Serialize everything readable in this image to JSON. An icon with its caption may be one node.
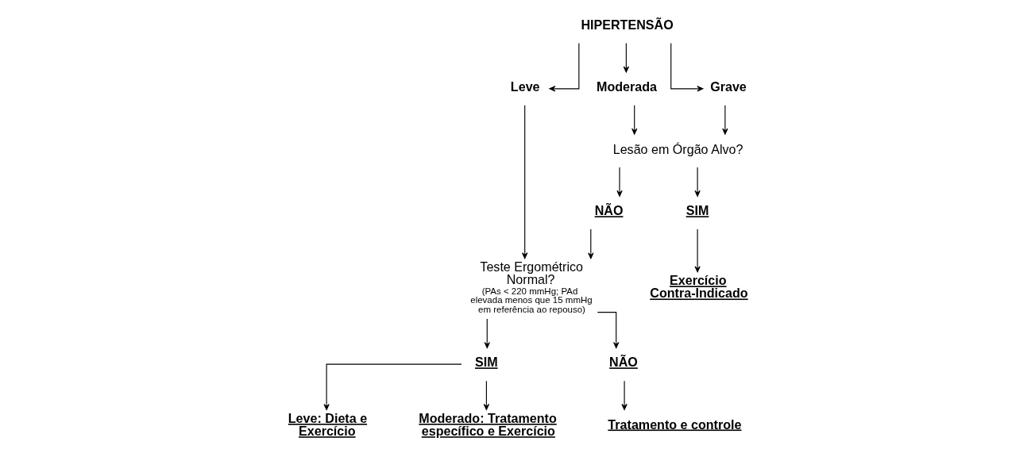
{
  "diagram": {
    "nodes": [
      {
        "text": [
          "HIPERTENSÃO"
        ]
      },
      {
        "text": [
          "Leve"
        ]
      },
      {
        "text": [
          "Moderada"
        ]
      },
      {
        "text": [
          "Grave"
        ]
      },
      {
        "text": [
          "Lesão em Órgão Alvo?"
        ]
      },
      {
        "text": [
          "NÃO"
        ]
      },
      {
        "text": [
          "SIM"
        ]
      },
      {
        "text": [
          "Exercício Contra-Indicado"
        ]
      },
      {
        "text": [
          "Teste Ergométrico Normal?",
          "(PAs < 220 mmHg; PAd elevada menos que 15 mmHg em referência ao repouso)"
        ]
      },
      {
        "text": [
          "SIM"
        ]
      },
      {
        "text": [
          "NÃO"
        ]
      },
      {
        "text": [
          "Leve: Dieta e Exercício"
        ]
      },
      {
        "text": [
          "Moderado: Tratamento específico e Exercício"
        ]
      },
      {
        "text": [
          "Tratamento e controle"
        ]
      }
    ],
    "edges": [
      {
        "from": 0,
        "to": 1,
        "arrow": "to"
      },
      {
        "from": 0,
        "to": 2,
        "arrow": "to"
      },
      {
        "from": 0,
        "to": 3,
        "arrow": "to"
      },
      {
        "from": 2,
        "to": 4,
        "arrow": "to"
      },
      {
        "from": 3,
        "to": 4,
        "arrow": "to"
      },
      {
        "from": 4,
        "to": 5,
        "arrow": "to"
      },
      {
        "from": 4,
        "to": 6,
        "arrow": "to"
      },
      {
        "from": 6,
        "to": 7,
        "arrow": "to"
      },
      {
        "from": 1,
        "to": 8,
        "arrow": "to"
      },
      {
        "from": 5,
        "to": 8,
        "arrow": "to"
      },
      {
        "from": 8,
        "to": 9,
        "arrow": "to"
      },
      {
        "from": 8,
        "to": 10,
        "arrow": "to"
      },
      {
        "from": 9,
        "to": 11,
        "arrow": "to"
      },
      {
        "from": 9,
        "to": 12,
        "arrow": "to"
      },
      {
        "from": 10,
        "to": 13,
        "arrow": "to"
      }
    ]
  }
}
